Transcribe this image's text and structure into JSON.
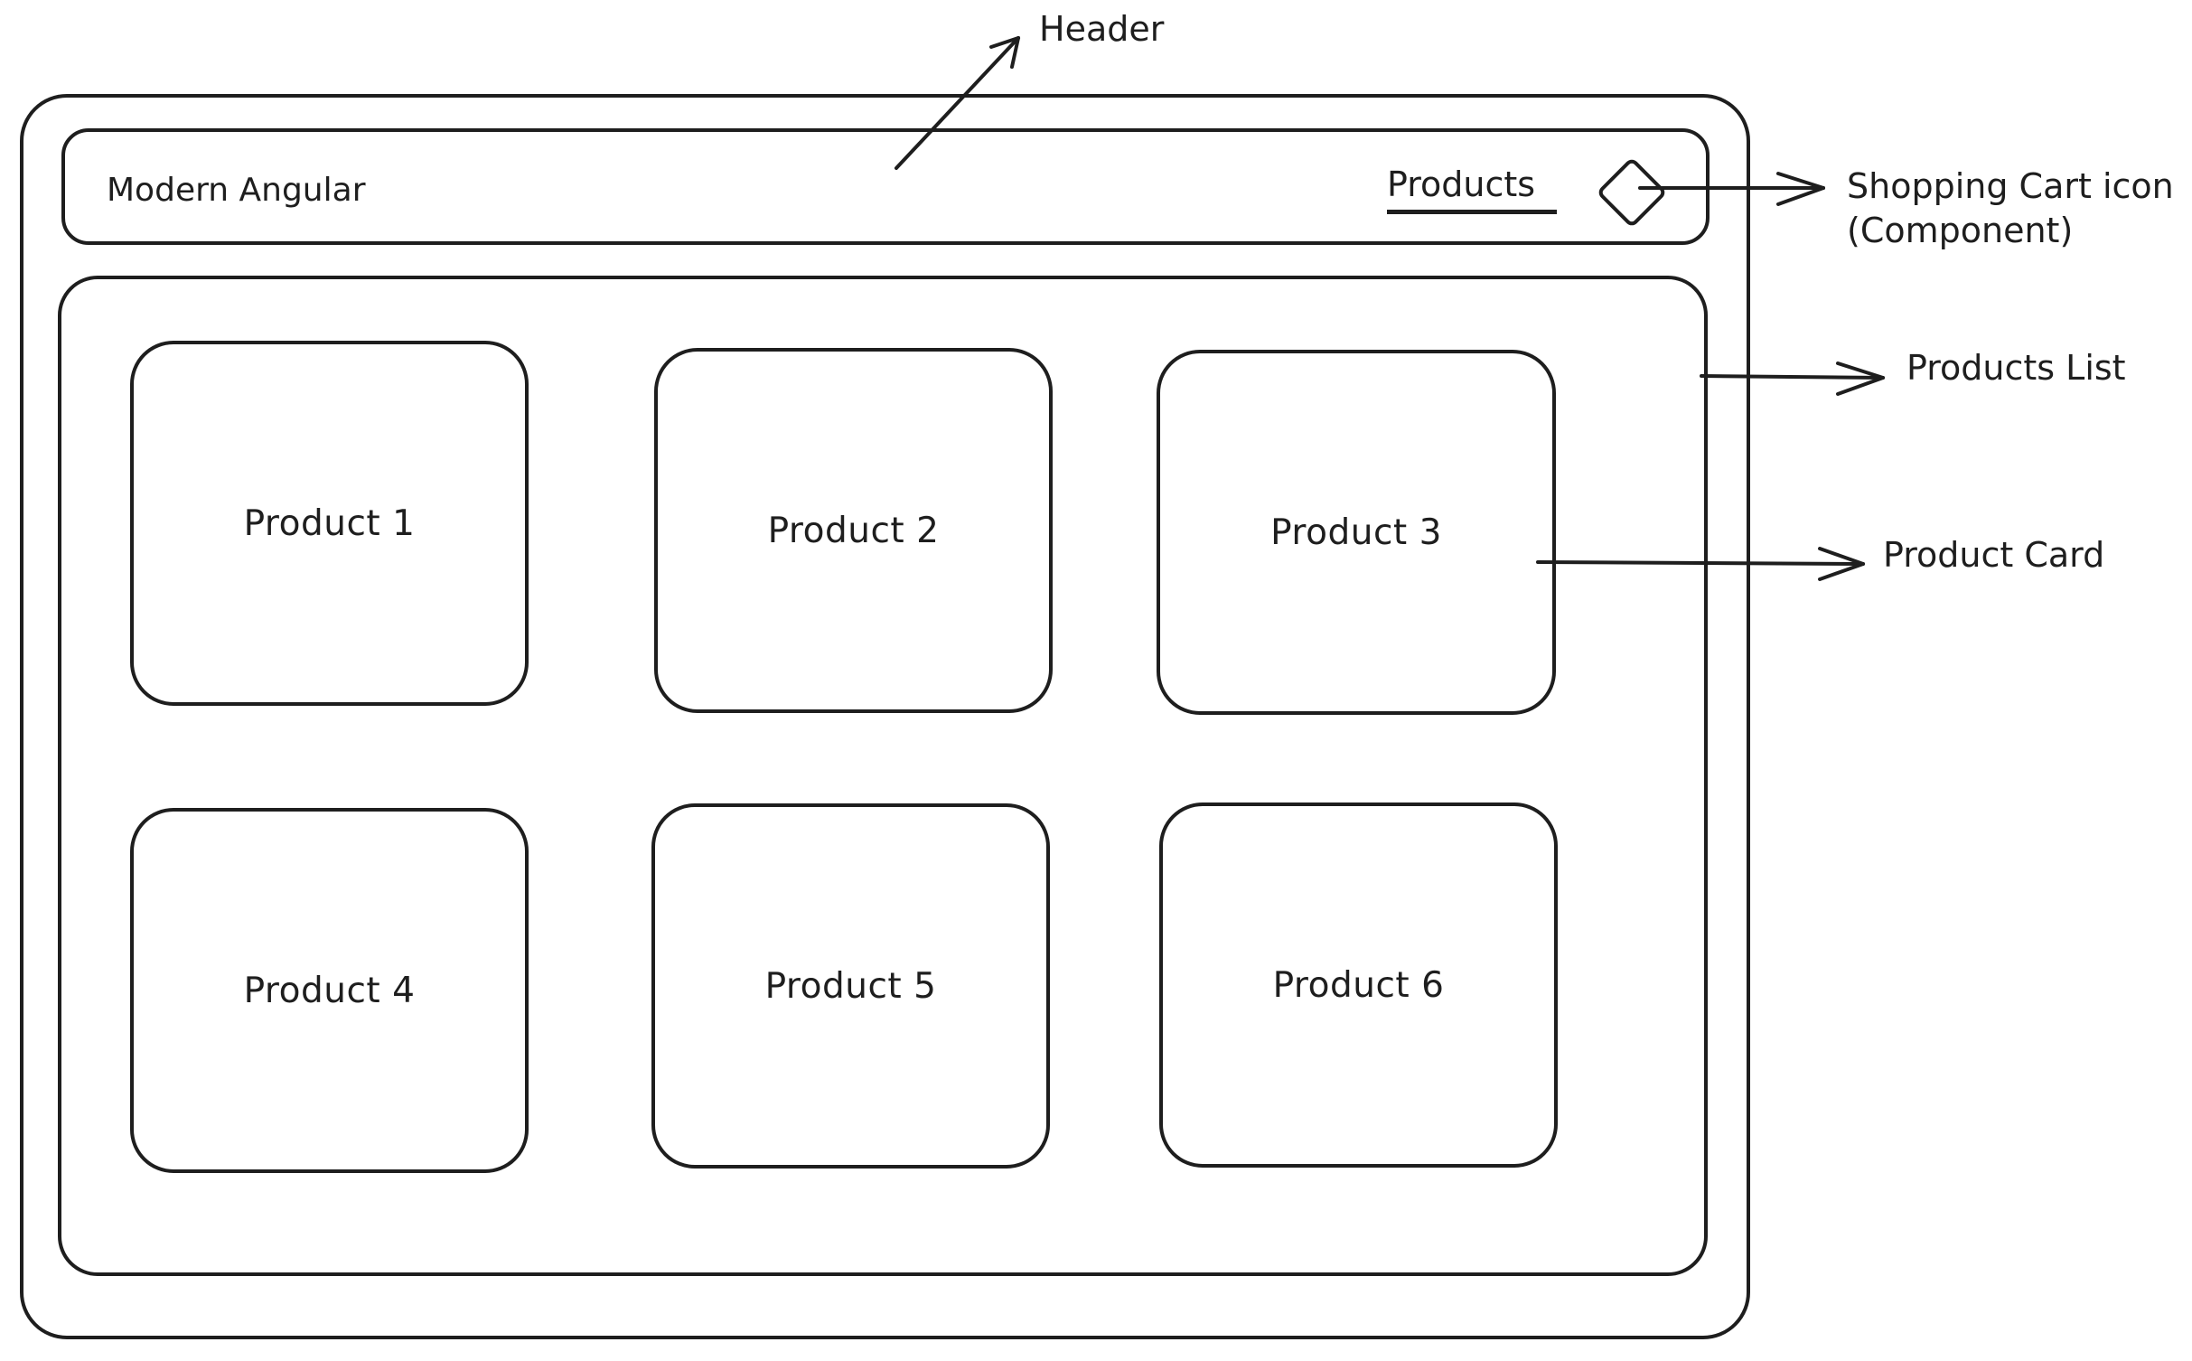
{
  "app": {
    "brand": "Modern Angular",
    "nav_link": "Products",
    "cart_icon": "diamond-icon"
  },
  "products": [
    {
      "label": "Product 1"
    },
    {
      "label": "Product 2"
    },
    {
      "label": "Product 3"
    },
    {
      "label": "Product 4"
    },
    {
      "label": "Product 5"
    },
    {
      "label": "Product 6"
    }
  ],
  "annotations": {
    "header": "Header",
    "cart_line1": "Shopping Cart icon",
    "cart_line2": "(Component)",
    "products_list": "Products List",
    "product_card": "Product Card"
  },
  "colors": {
    "stroke": "#1e1e1e",
    "background": "#ffffff"
  }
}
